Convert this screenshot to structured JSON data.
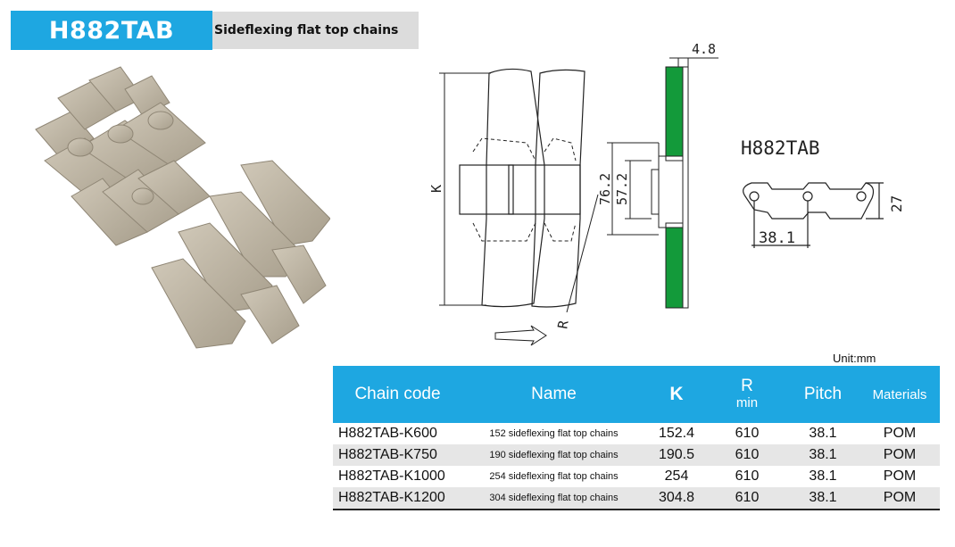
{
  "header": {
    "code": "H882TAB",
    "subtitle": "Sideflexing flat top chains"
  },
  "drawing": {
    "dim_thickness": "4.8",
    "dim_height_outer": "76.2",
    "dim_height_inner": "57.2",
    "label_k": "K",
    "label_r": "R",
    "model_label": "H882TAB",
    "dim_pitch": "38.1",
    "dim_link_height": "27"
  },
  "unit_label": "Unit:mm",
  "table": {
    "headers": {
      "code": "Chain code",
      "name": "Name",
      "k": "K",
      "r": "R",
      "r_sub": "min",
      "pitch": "Pitch",
      "materials": "Materials"
    },
    "rows": [
      {
        "code": "H882TAB-K600",
        "name": "152 sideflexing flat top chains",
        "k": "152.4",
        "r": "610",
        "pitch": "38.1",
        "material": "POM"
      },
      {
        "code": "H882TAB-K750",
        "name": "190 sideflexing flat top chains",
        "k": "190.5",
        "r": "610",
        "pitch": "38.1",
        "material": "POM"
      },
      {
        "code": "H882TAB-K1000",
        "name": "254 sideflexing flat top chains",
        "k": "254",
        "r": "610",
        "pitch": "38.1",
        "material": "POM"
      },
      {
        "code": "H882TAB-K1200",
        "name": "304 sideflexing flat top chains",
        "k": "304.8",
        "r": "610",
        "pitch": "38.1",
        "material": "POM"
      }
    ]
  },
  "colors": {
    "accent": "#1ea7e1",
    "chain": "#bdb4a3",
    "guide": "#139a3a"
  }
}
